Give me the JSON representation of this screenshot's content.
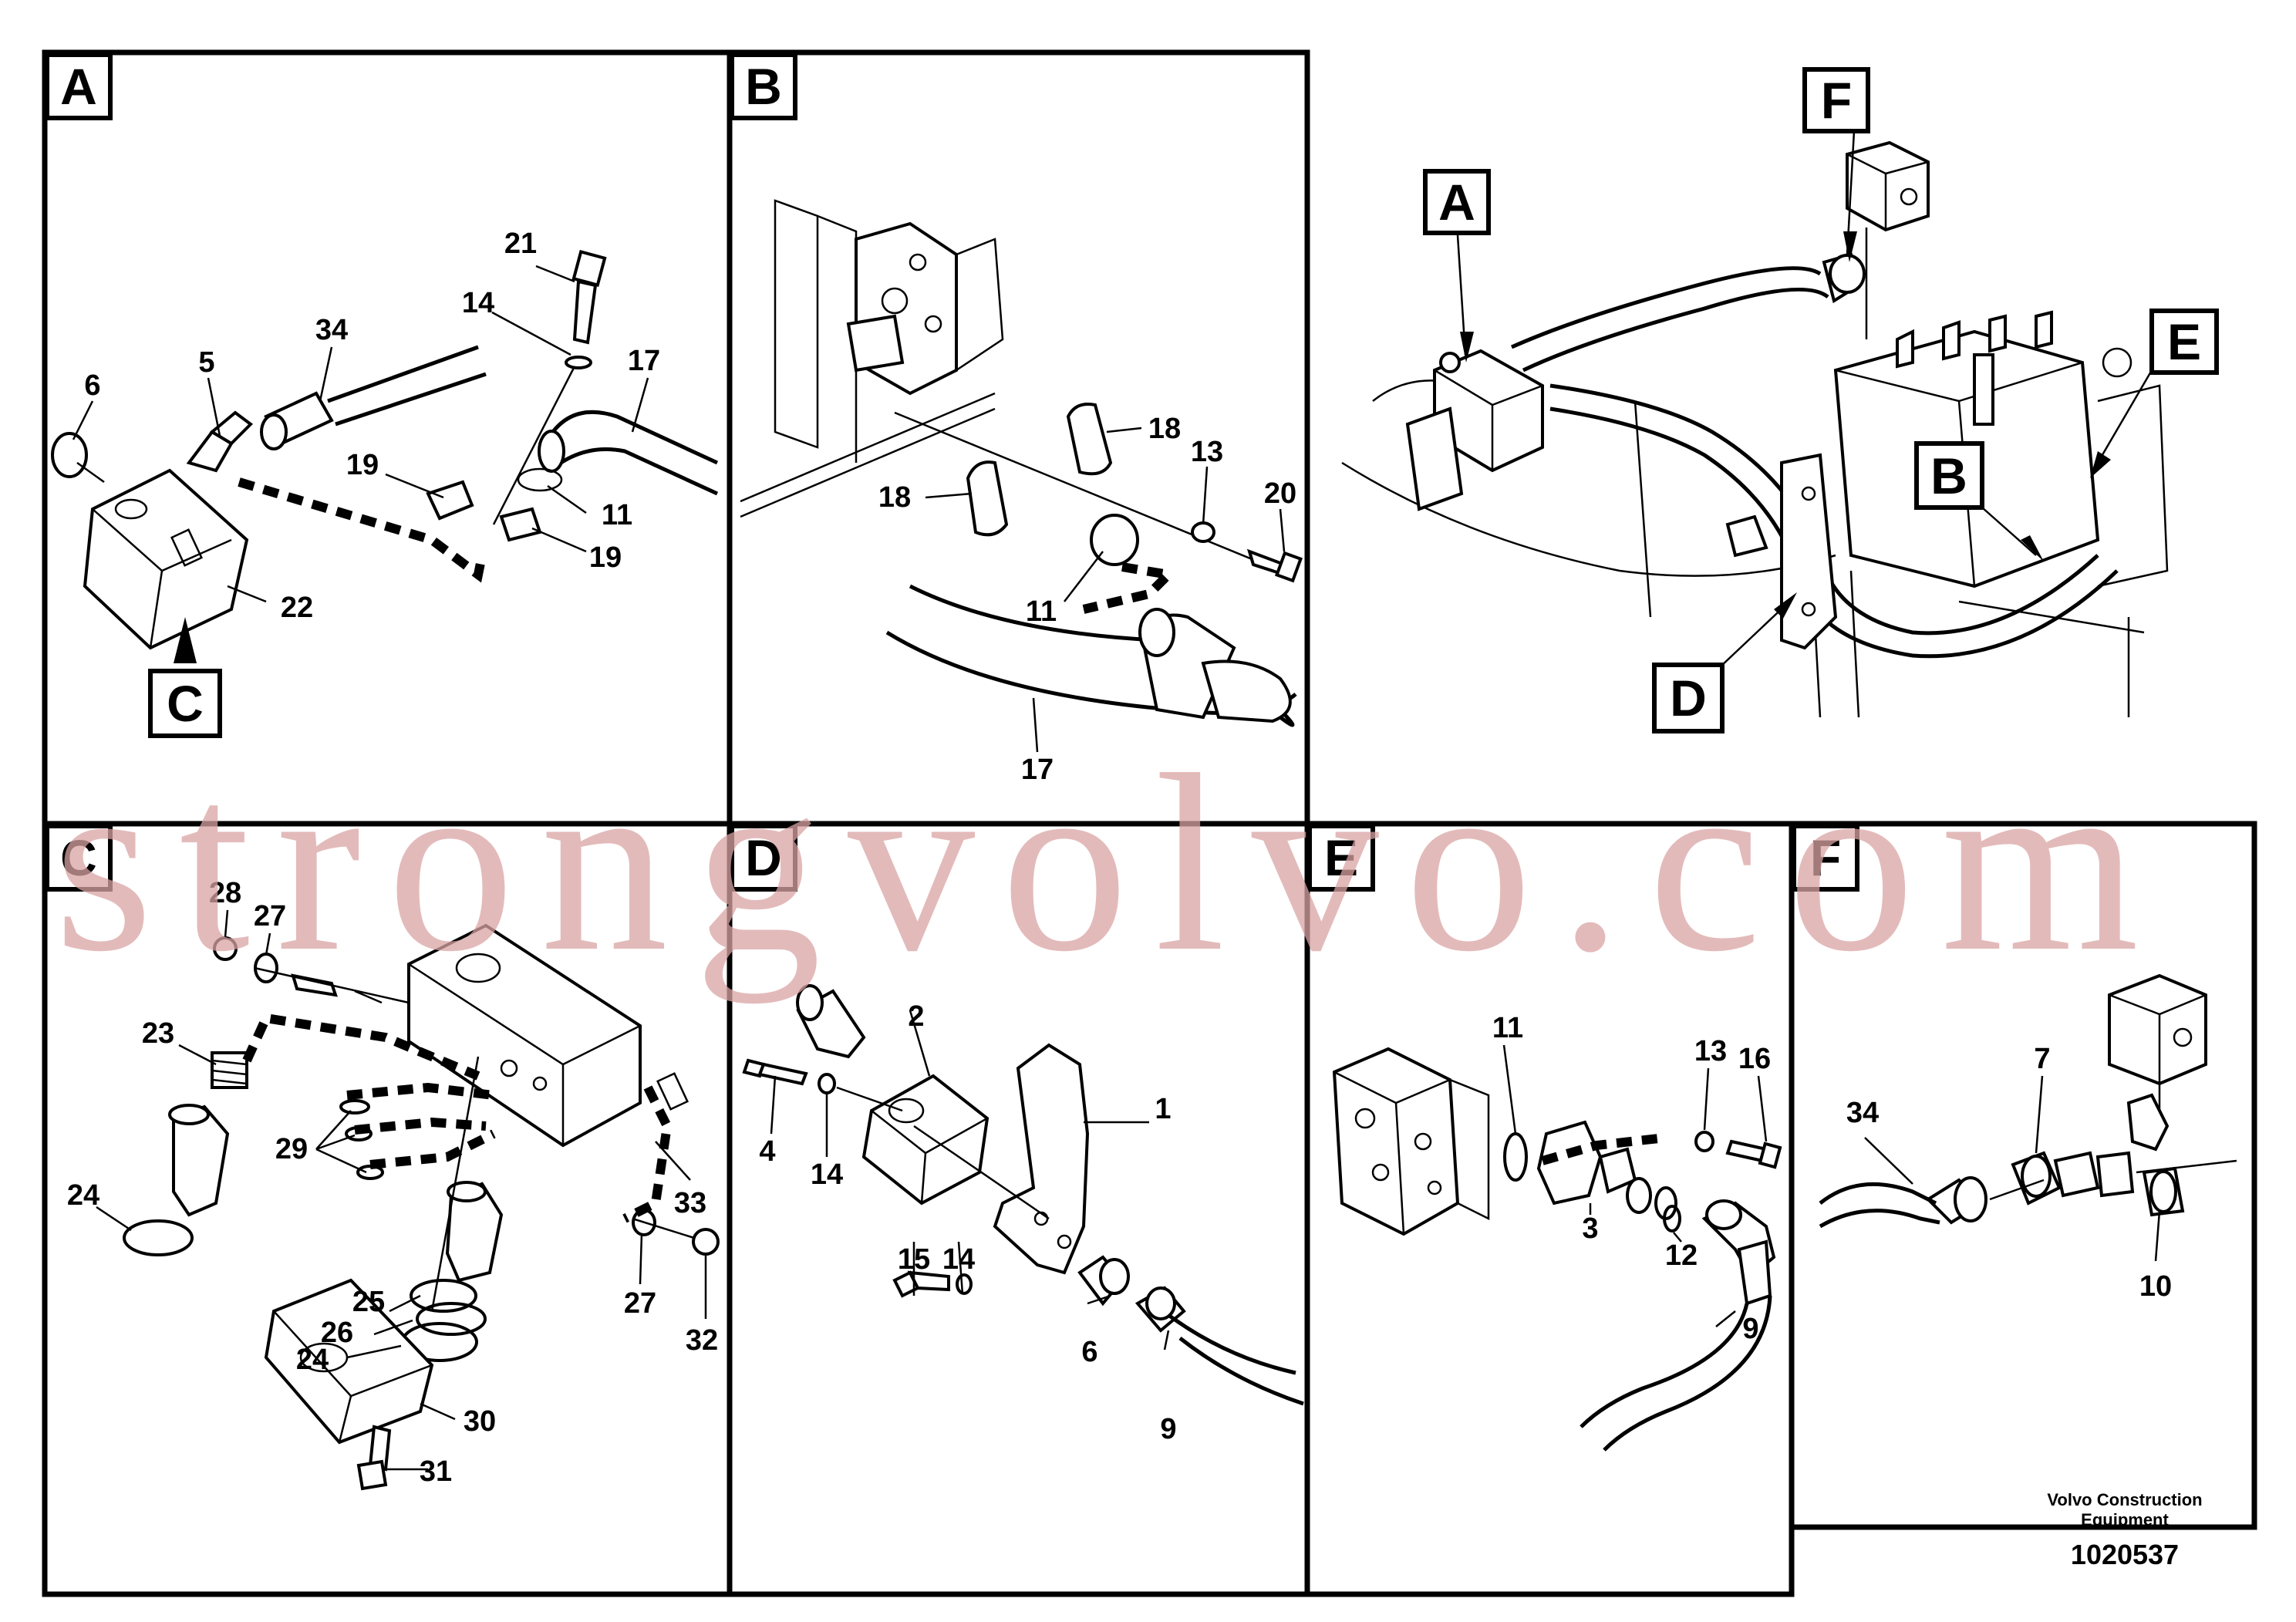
{
  "panels": {
    "a": {
      "letter": "A"
    },
    "b": {
      "letter": "B"
    },
    "c": {
      "letter": "C"
    },
    "d": {
      "letter": "D"
    },
    "e": {
      "letter": "E"
    },
    "f": {
      "letter": "F"
    }
  },
  "overview": {
    "markers": [
      "A",
      "F",
      "E",
      "B",
      "D"
    ]
  },
  "callouts": {
    "a": [
      "21",
      "14",
      "34",
      "5",
      "6",
      "17",
      "19",
      "11",
      "19",
      "22",
      "C"
    ],
    "b": [
      "18",
      "13",
      "20",
      "18",
      "11",
      "17"
    ],
    "c": [
      "28",
      "27",
      "23",
      "24",
      "29",
      "25",
      "26",
      "24",
      "33",
      "27",
      "32",
      "30",
      "31"
    ],
    "d": [
      "2",
      "1",
      "4",
      "14",
      "15",
      "14",
      "6",
      "9"
    ],
    "e": [
      "11",
      "13",
      "16",
      "3",
      "12",
      "9"
    ],
    "f": [
      "7",
      "34",
      "10"
    ]
  },
  "footer": {
    "brand_line1": "Volvo Construction",
    "brand_line2": "Equipment",
    "drawing_number": "1020537"
  },
  "watermark": "strongvolvo.com"
}
